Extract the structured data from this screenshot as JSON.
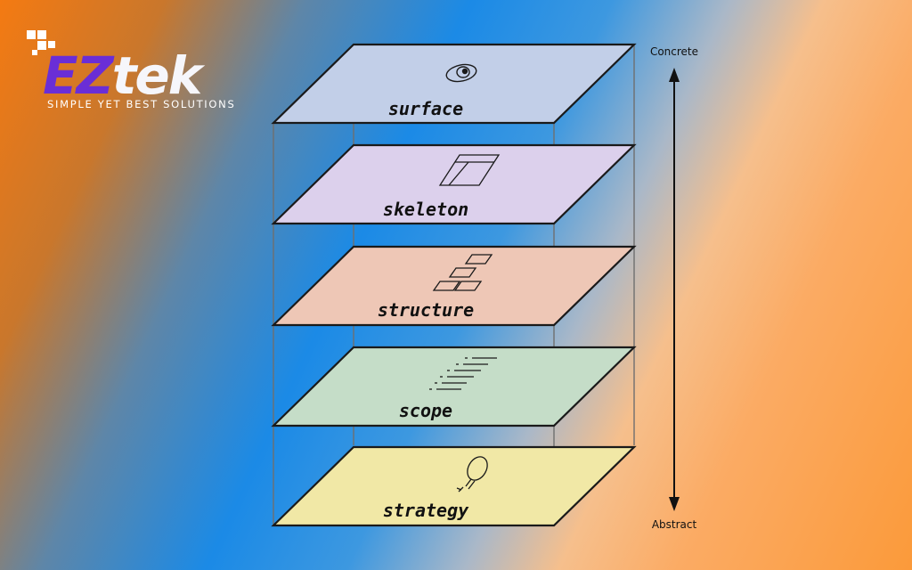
{
  "logo": {
    "ez": "EZ",
    "tek": "tek",
    "tagline": "SIMPLE YET BEST SOLUTIONS"
  },
  "axis": {
    "top_label": "Concrete",
    "bottom_label": "Abstract"
  },
  "layers": [
    {
      "label": "surface",
      "icon": "eye-icon",
      "color": "#c2cfe8"
    },
    {
      "label": "skeleton",
      "icon": "wireframe-icon",
      "color": "#dcd0ec"
    },
    {
      "label": "structure",
      "icon": "sitemap-icon",
      "color": "#eec7b6"
    },
    {
      "label": "scope",
      "icon": "list-icon",
      "color": "#c5ddc8"
    },
    {
      "label": "strategy",
      "icon": "lightbulb-icon",
      "color": "#f1e8a6"
    }
  ],
  "colors": {
    "outline": "#1a1a1a",
    "logo_purple": "#6a2ed6",
    "logo_white": "#f6f6fb"
  }
}
